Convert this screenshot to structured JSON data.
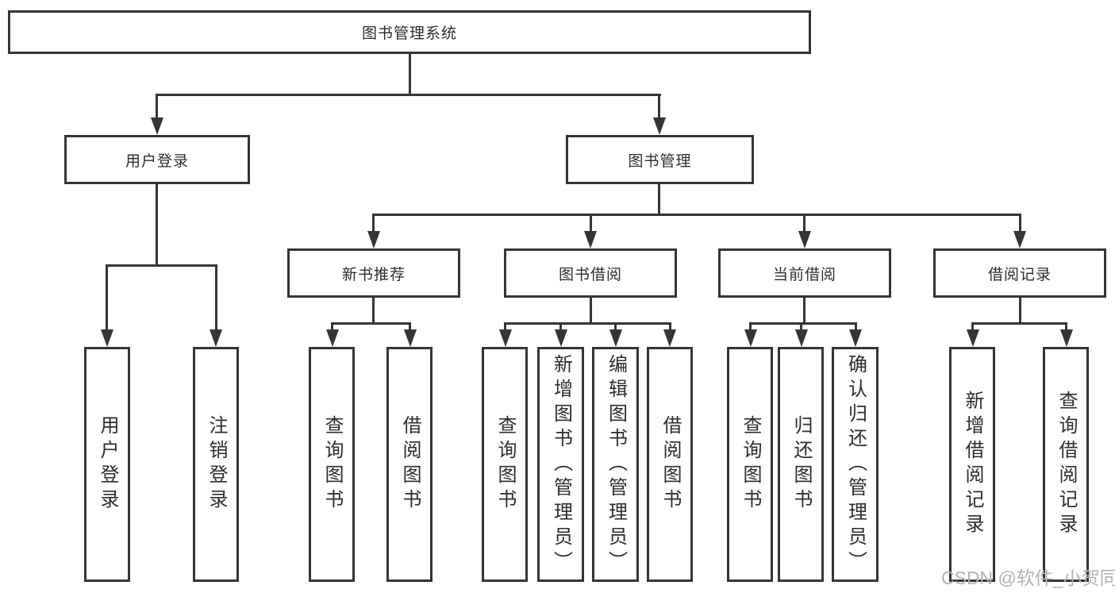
{
  "tree": {
    "root": "图书管理系统",
    "children": [
      {
        "label": "用户登录",
        "children": [
          "用户登录",
          "注销登录"
        ]
      },
      {
        "label": "图书管理",
        "children": [
          {
            "label": "新书推荐",
            "children": [
              "查询图书",
              "借阅图书"
            ]
          },
          {
            "label": "图书借阅",
            "children": [
              "查询图书",
              "新增图书（管理员）",
              "编辑图书（管理员）",
              "借阅图书"
            ]
          },
          {
            "label": "当前借阅",
            "children": [
              "查询图书",
              "归还图书",
              "确认归还（管理员）"
            ]
          },
          {
            "label": "借阅记录",
            "children": [
              "新增借阅记录",
              "查询借阅记录"
            ]
          }
        ]
      }
    ]
  },
  "watermark": "CSDN @软件_小贺同学",
  "colors": {
    "line": "#353535",
    "text": "#2d2d2d",
    "watermark": "#b3b3b3",
    "background": "#ffffff"
  }
}
